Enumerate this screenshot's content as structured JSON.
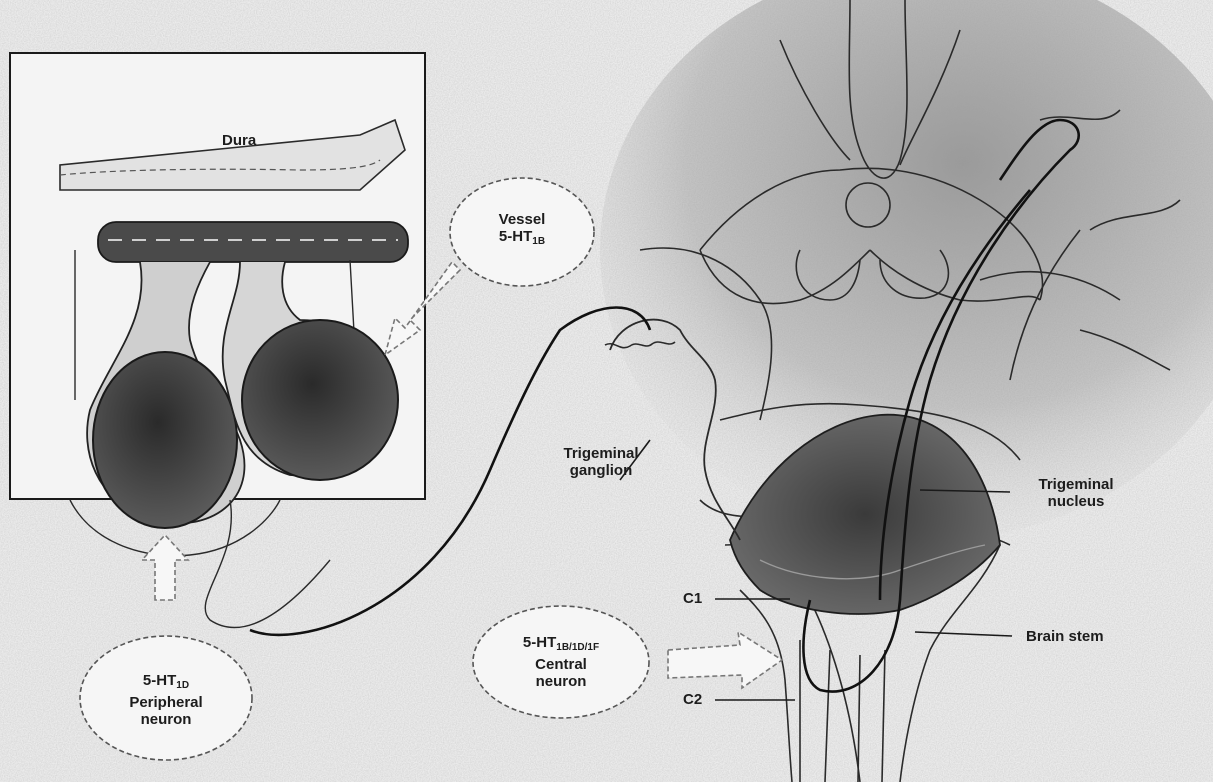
{
  "diagram": {
    "inset_label": "Dura",
    "callouts": {
      "vessel": {
        "line1": "Vessel",
        "receptor_prefix": "5-HT",
        "receptor_sub": "1B"
      },
      "peripheral": {
        "receptor_prefix": "5-HT",
        "receptor_sub": "1D",
        "line2": "Peripheral",
        "line3": "neuron"
      },
      "central": {
        "receptor_prefix": "5-HT",
        "receptor_sub": "1B/1D/1F",
        "line2": "Central",
        "line3": "neuron"
      }
    },
    "labels": {
      "trigeminal_ganglion": [
        "Trigeminal",
        "ganglion"
      ],
      "trigeminal_nucleus": [
        "Trigeminal",
        "nucleus"
      ],
      "brain_stem": "Brain stem",
      "c1": "C1",
      "c2": "C2"
    }
  }
}
